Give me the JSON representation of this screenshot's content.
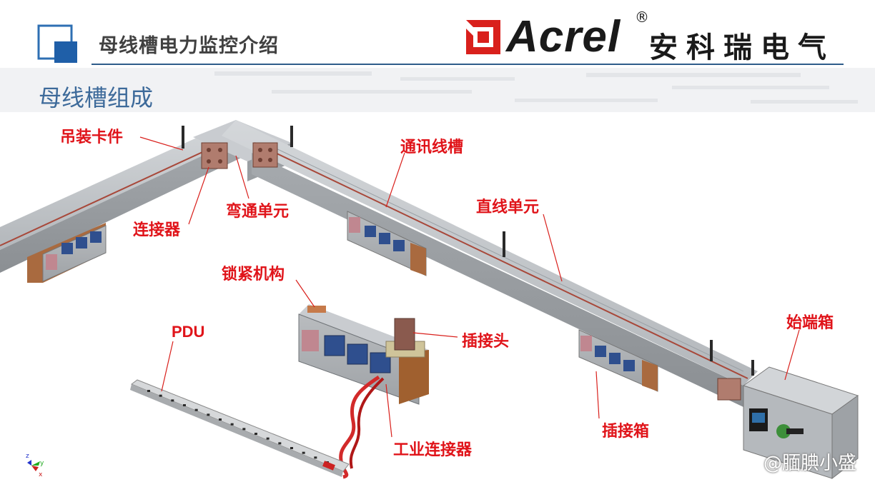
{
  "header": {
    "title": "母线槽电力监控介绍",
    "brand_name": "Acrel",
    "brand_registered": "®",
    "brand_cn": "安科瑞电气",
    "brand_color": "#d9201c",
    "rule_color": "#2e5c8a"
  },
  "section_title": "母线槽组成",
  "labels": {
    "hanger": "吊装卡件",
    "connector": "连接器",
    "elbow": "弯通单元",
    "comm_trough": "通讯线槽",
    "straight": "直线单元",
    "lock": "锁紧机构",
    "plug_head": "插接头",
    "pdu": "PDU",
    "start_box": "始端箱",
    "plug_box": "插接箱",
    "industrial_connector": "工业连接器"
  },
  "label_color": "#e0141a",
  "watermark": "@腼腆小盛",
  "axis_labels": {
    "z": "z",
    "y": "y",
    "x": "x"
  }
}
